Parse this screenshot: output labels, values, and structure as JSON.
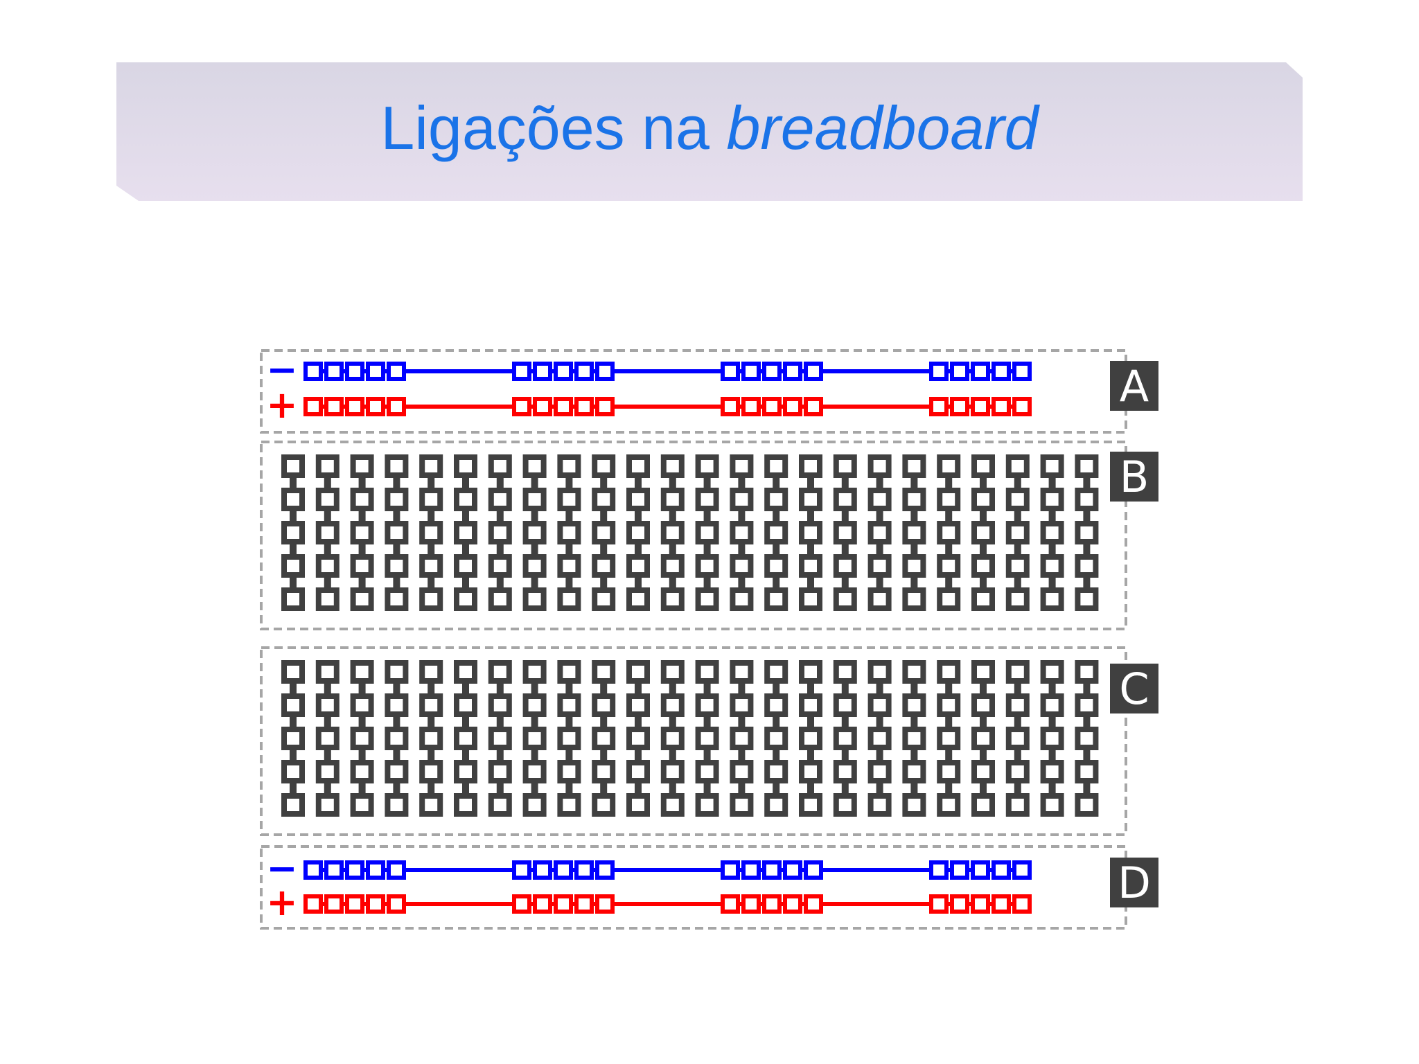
{
  "slide": {
    "title_plain": "Ligações na ",
    "title_italic": "breadboard"
  },
  "breadboard": {
    "sections": [
      {
        "label": "A",
        "kind": "power-rail",
        "rails": [
          {
            "sign": "−",
            "color": "#0000ff"
          },
          {
            "sign": "+",
            "color": "#ff0000"
          }
        ]
      },
      {
        "label": "B",
        "kind": "terminal-strip",
        "columns": 24,
        "holes_per_column": 5,
        "color": "#404040"
      },
      {
        "label": "C",
        "kind": "terminal-strip",
        "columns": 24,
        "holes_per_column": 5,
        "color": "#404040"
      },
      {
        "label": "D",
        "kind": "power-rail",
        "rails": [
          {
            "sign": "−",
            "color": "#0000ff"
          },
          {
            "sign": "+",
            "color": "#ff0000"
          }
        ]
      }
    ],
    "rail_groups": 4,
    "holes_per_group": 5,
    "label_box_color": "#404040",
    "frame_color": "#a6a6a6"
  }
}
